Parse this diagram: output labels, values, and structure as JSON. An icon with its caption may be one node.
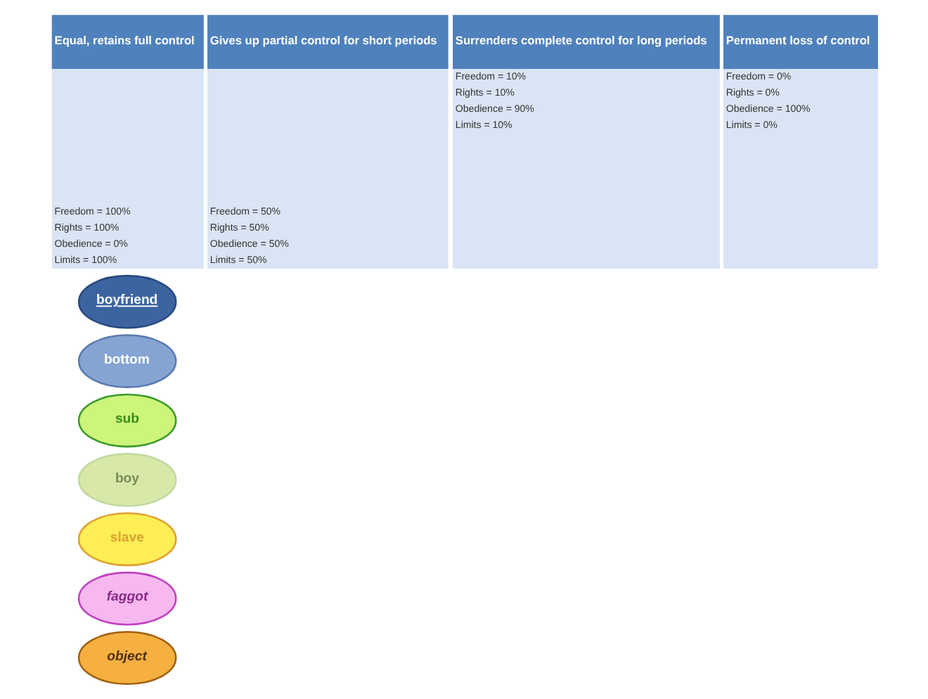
{
  "diagram": {
    "nodes": [
      {
        "text": [
          "Equal, retains full control",
          "Freedom = 100%",
          "Rights = 100%",
          "Obedience = 0%",
          "Limits = 100%"
        ]
      },
      {
        "text": [
          "Gives up partial control for short periods",
          "Freedom = 50%",
          "Rights = 50%",
          "Obedience = 50%",
          "Limits = 50%"
        ]
      },
      {
        "text": [
          "Surrenders complete control for long periods",
          "Freedom = 10%",
          "Rights = 10%",
          "Obedience = 90%",
          "Limits = 10%"
        ]
      },
      {
        "text": [
          "Permanent loss of control",
          "Freedom = 0%",
          "Rights = 0%",
          "Obedience = 100%",
          "Limits = 0%"
        ]
      },
      {
        "text": [
          "boyfriend"
        ]
      },
      {
        "text": [
          "bottom"
        ]
      },
      {
        "text": [
          "sub"
        ]
      },
      {
        "text": [
          "boy"
        ]
      },
      {
        "text": [
          "slave"
        ]
      },
      {
        "text": [
          "faggot"
        ]
      },
      {
        "text": [
          "object"
        ]
      }
    ],
    "edges": []
  }
}
